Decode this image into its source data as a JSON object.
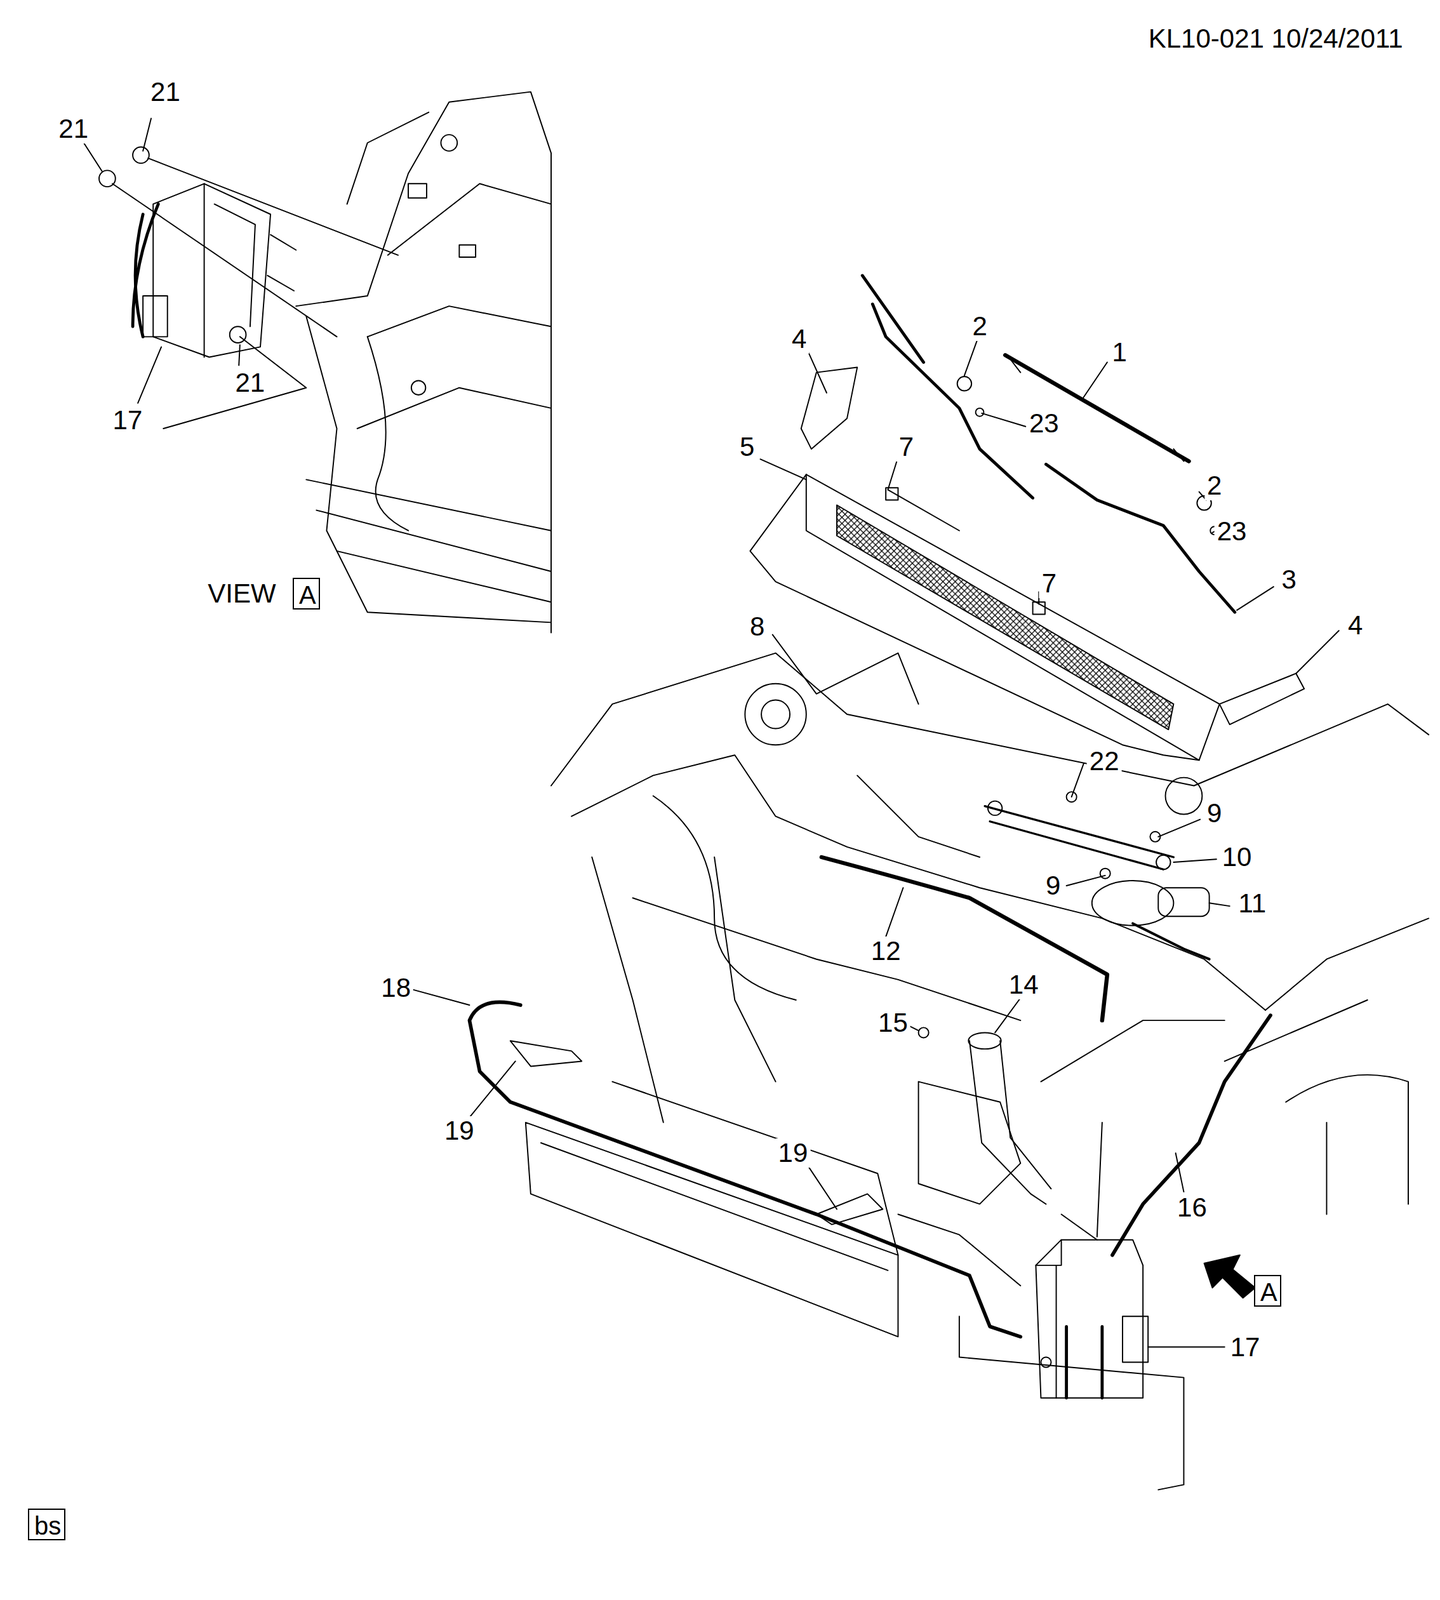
{
  "diagram": {
    "nodes": [
      {
        "text": [
          "A"
        ]
      },
      {
        "text": [
          "A"
        ]
      },
      {
        "text": [
          "bs"
        ]
      }
    ],
    "labels": [
      "KL10-021 10/24/2011",
      "21",
      "21",
      "21",
      "17",
      "VIEW",
      "4",
      "2",
      "1",
      "23",
      "5",
      "7",
      "2",
      "23",
      "3",
      "7",
      "4",
      "8",
      "22",
      "9",
      "10",
      "9",
      "11",
      "12",
      "14",
      "15",
      "18",
      "19",
      "19",
      "16",
      "17"
    ]
  }
}
